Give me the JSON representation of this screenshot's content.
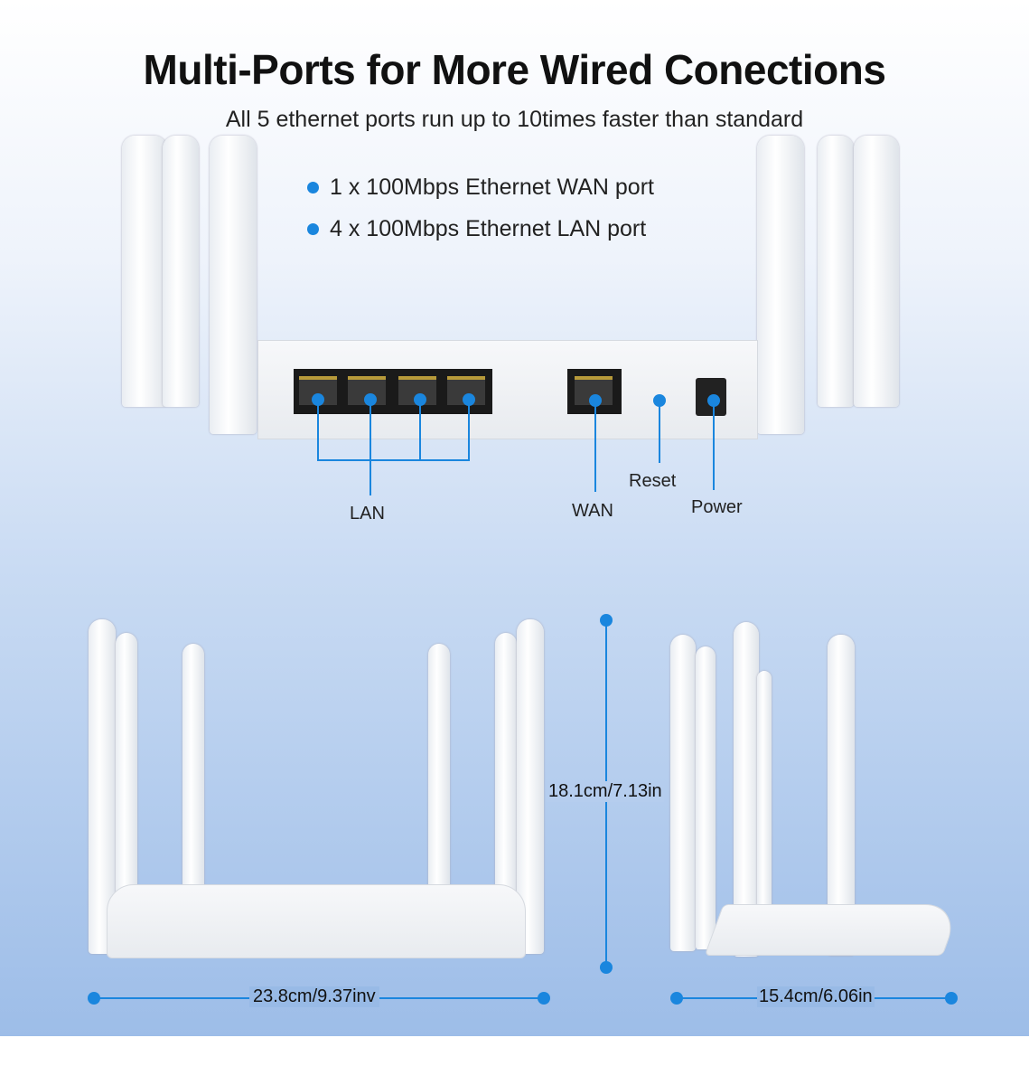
{
  "title": "Multi-Ports for More Wired Conections",
  "subtitle": "All 5 ethernet ports run up to 10times faster than standard",
  "bullets": [
    "1 x 100Mbps Ethernet WAN port",
    "4 x 100Mbps Ethernet LAN port"
  ],
  "port_labels": {
    "lan": "LAN",
    "wan": "WAN",
    "reset": "Reset",
    "power": "Power"
  },
  "dimensions": {
    "height": "18.1cm/7.13in",
    "width": "23.8cm/9.37inv",
    "depth": "15.4cm/6.06in"
  },
  "colors": {
    "accent": "#1a86de"
  }
}
